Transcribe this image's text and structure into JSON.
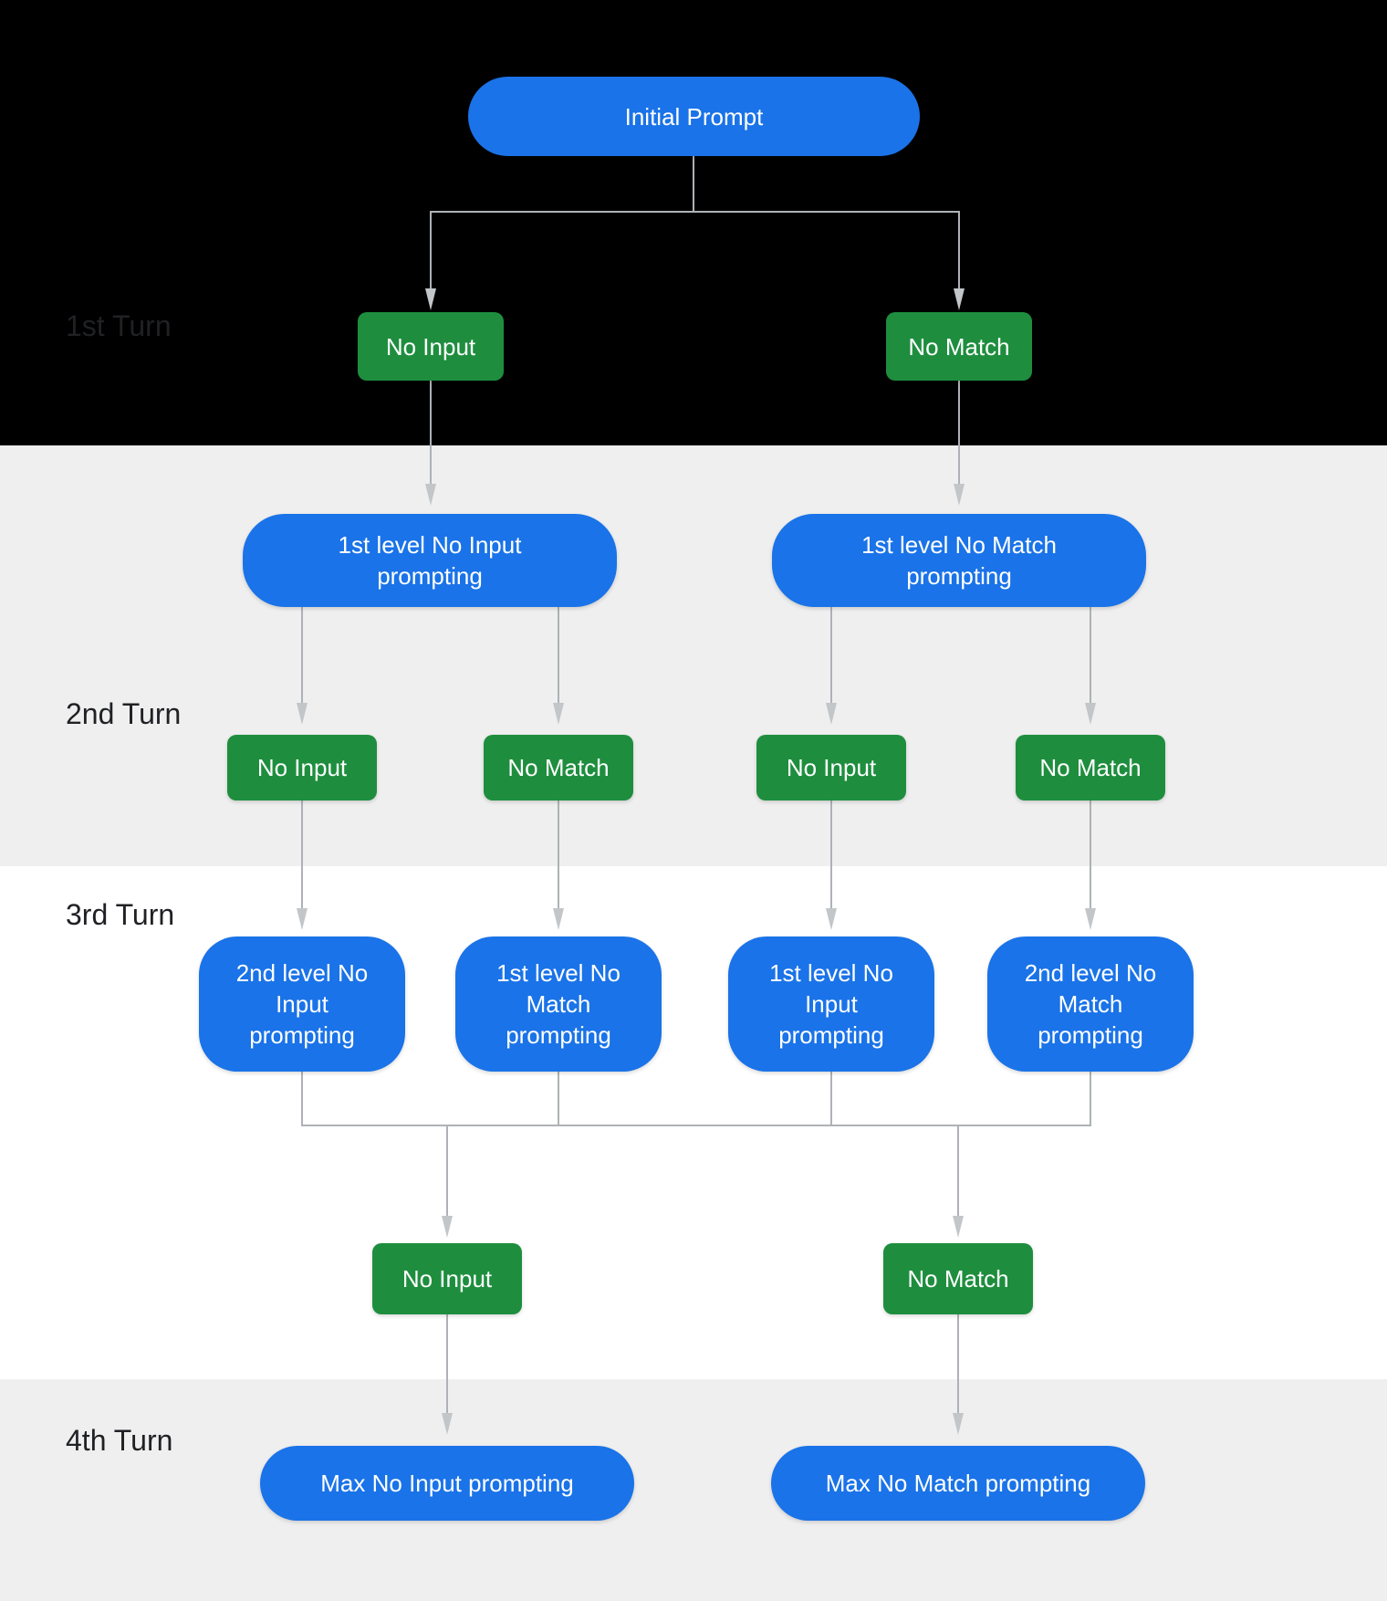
{
  "colors": {
    "node_blue": "#1a73e8",
    "node_green": "#1e8e3e",
    "section_turn1_bg": "#000000",
    "section_turn2_bg": "#efefef",
    "section_turn3_bg": "#ffffff",
    "section_turn4_bg": "#efefef",
    "connector_line": "#aeb2b6",
    "arrowhead": "#c3c6c9",
    "turn_label_text": "#202124",
    "node_text": "#ffffff"
  },
  "turns": {
    "t1": "1st Turn",
    "t2": "2nd Turn",
    "t3": "3rd Turn",
    "t4": "4th Turn"
  },
  "nodes": {
    "initial": "Initial Prompt",
    "turn1": {
      "left": "No Input",
      "right": "No Match"
    },
    "level1": {
      "no_input": {
        "lines": [
          "1st level No Input",
          "prompting"
        ]
      },
      "no_match": {
        "lines": [
          "1st level No Match",
          "prompting"
        ]
      }
    },
    "turn2": {
      "a": "No Input",
      "b": "No Match",
      "c": "No Input",
      "d": "No Match"
    },
    "level2": {
      "a": {
        "lines": [
          "2nd level No",
          "Input",
          "prompting"
        ]
      },
      "b": {
        "lines": [
          "1st level No",
          "Match",
          "prompting"
        ]
      },
      "c": {
        "lines": [
          "1st level No",
          "Input",
          "prompting"
        ]
      },
      "d": {
        "lines": [
          "2nd level No",
          "Match",
          "prompting"
        ]
      }
    },
    "turn3": {
      "left": "No Input",
      "right": "No Match"
    },
    "turn4": {
      "left": "Max No Input prompting",
      "right": "Max No Match prompting"
    }
  }
}
